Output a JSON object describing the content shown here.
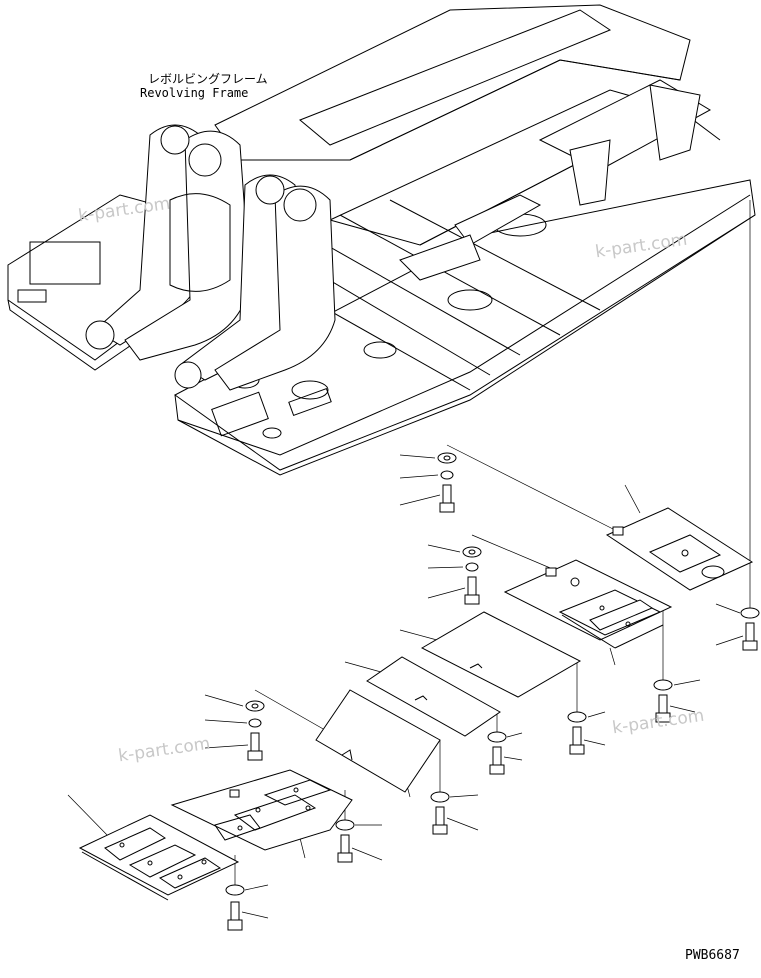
{
  "labels": {
    "frame_jp": "レボルビングフレーム",
    "frame_en": "Revolving Frame",
    "drawing_no": "PWB6687"
  },
  "watermark": "k-part.com",
  "colors": {
    "line": "#000000",
    "watermark": "#c8c8c8",
    "background": "#ffffff"
  }
}
